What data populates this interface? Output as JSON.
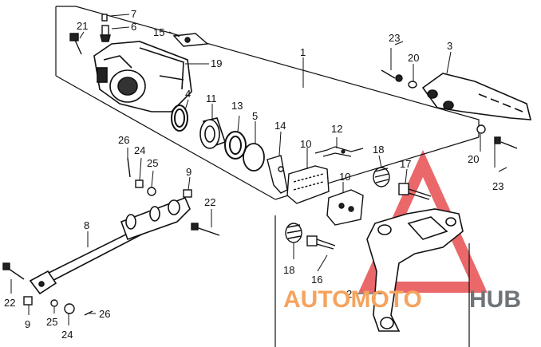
{
  "diagram": {
    "callouts": [
      {
        "id": "c7",
        "text": "7"
      },
      {
        "id": "c6",
        "text": "6"
      },
      {
        "id": "c21",
        "text": "21"
      },
      {
        "id": "c15",
        "text": "15"
      },
      {
        "id": "c19",
        "text": "19"
      },
      {
        "id": "c1",
        "text": "1"
      },
      {
        "id": "c23a",
        "text": "23"
      },
      {
        "id": "c20a",
        "text": "20"
      },
      {
        "id": "c3",
        "text": "3"
      },
      {
        "id": "c4",
        "text": "4"
      },
      {
        "id": "c11",
        "text": "11"
      },
      {
        "id": "c13",
        "text": "13"
      },
      {
        "id": "c5",
        "text": "5"
      },
      {
        "id": "c14",
        "text": "14"
      },
      {
        "id": "c12",
        "text": "12"
      },
      {
        "id": "c10a",
        "text": "10"
      },
      {
        "id": "c18a",
        "text": "18"
      },
      {
        "id": "c17",
        "text": "17"
      },
      {
        "id": "c10b",
        "text": "10"
      },
      {
        "id": "c20b",
        "text": "20"
      },
      {
        "id": "c23b",
        "text": "23"
      },
      {
        "id": "c26a",
        "text": "26"
      },
      {
        "id": "c24a",
        "text": "24"
      },
      {
        "id": "c25a",
        "text": "25"
      },
      {
        "id": "c9a",
        "text": "9"
      },
      {
        "id": "c22a",
        "text": "22"
      },
      {
        "id": "c8",
        "text": "8"
      },
      {
        "id": "c18b",
        "text": "18"
      },
      {
        "id": "c16",
        "text": "16"
      },
      {
        "id": "c2",
        "text": "2"
      },
      {
        "id": "c22b",
        "text": "22"
      },
      {
        "id": "c9b",
        "text": "9"
      },
      {
        "id": "c25b",
        "text": "25"
      },
      {
        "id": "c24b",
        "text": "24"
      },
      {
        "id": "c26b",
        "text": "26"
      }
    ]
  },
  "watermark": {
    "part1": "AUTOMOTO",
    "part2": "HUB",
    "color1": "#f5a35e",
    "color2": "#6f7478",
    "triangle_color": "#e8585a"
  }
}
